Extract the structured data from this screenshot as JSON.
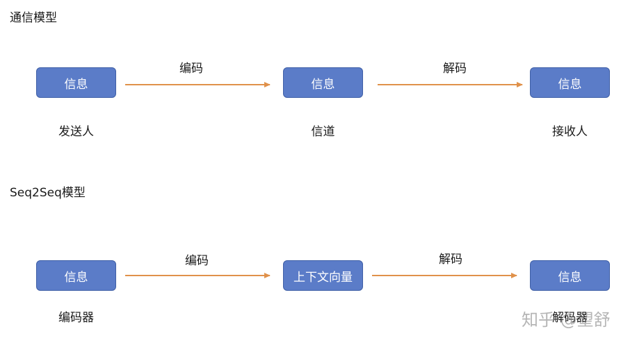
{
  "section1": {
    "title": "通信模型",
    "nodes": [
      {
        "box": "信息",
        "label": "发送人"
      },
      {
        "box": "信息",
        "label": "信道"
      },
      {
        "box": "信息",
        "label": "接收人"
      }
    ],
    "edges": [
      {
        "label": "编码"
      },
      {
        "label": "解码"
      }
    ]
  },
  "section2": {
    "title": "Seq2Seq模型",
    "nodes": [
      {
        "box": "信息",
        "label": "编码器"
      },
      {
        "box": "上下文向量",
        "label": ""
      },
      {
        "box": "信息",
        "label": "解码器"
      }
    ],
    "edges": [
      {
        "label": "编码"
      },
      {
        "label": "解码"
      }
    ]
  },
  "watermark": "知乎 @望舒",
  "colors": {
    "box_fill": "#5b7cc8",
    "box_border": "#3f5fa6",
    "box_text": "#ffffff",
    "arrow": "#e0914a"
  }
}
